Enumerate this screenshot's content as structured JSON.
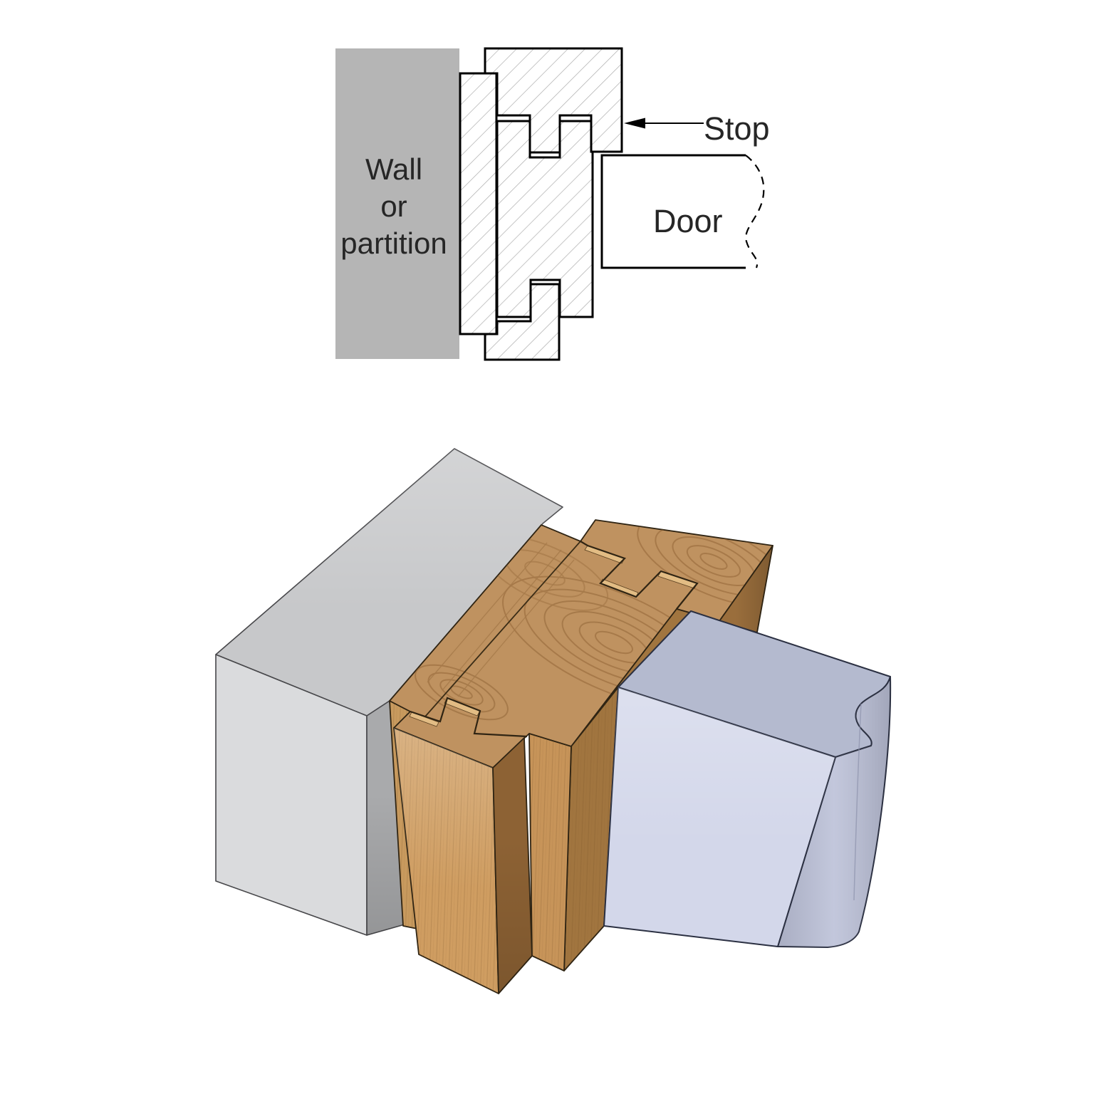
{
  "diagram2d": {
    "wall_label_lines": [
      "Wall",
      "or",
      "partition"
    ],
    "stop_label": "Stop",
    "door_label": "Door",
    "colors": {
      "wall_fill": "#b5b5b5",
      "outline": "#000000",
      "hatch_line": "#adadad",
      "text": "#262626"
    }
  },
  "render3d": {
    "colors": {
      "wall_top": "#c7c8ca",
      "wall_front": "#dadbdd",
      "wall_side": "#a9aaac",
      "wood_top": "#bf9260",
      "wood_grain": "#855a2d",
      "wood_board_front": "#c89a5e",
      "wood_pillar_front": "#cf9d61",
      "wood_pillar_mid": "#c79459",
      "wood_side_dark": "#a1753f",
      "wood_channel": "#8d6234",
      "wood_stop_side": "#9a6e3c",
      "wood_notch": "#e2bc84",
      "door_top": "#b4bacf",
      "door_front": "#d3d7ea",
      "door_side": "#bcc1d8"
    }
  }
}
